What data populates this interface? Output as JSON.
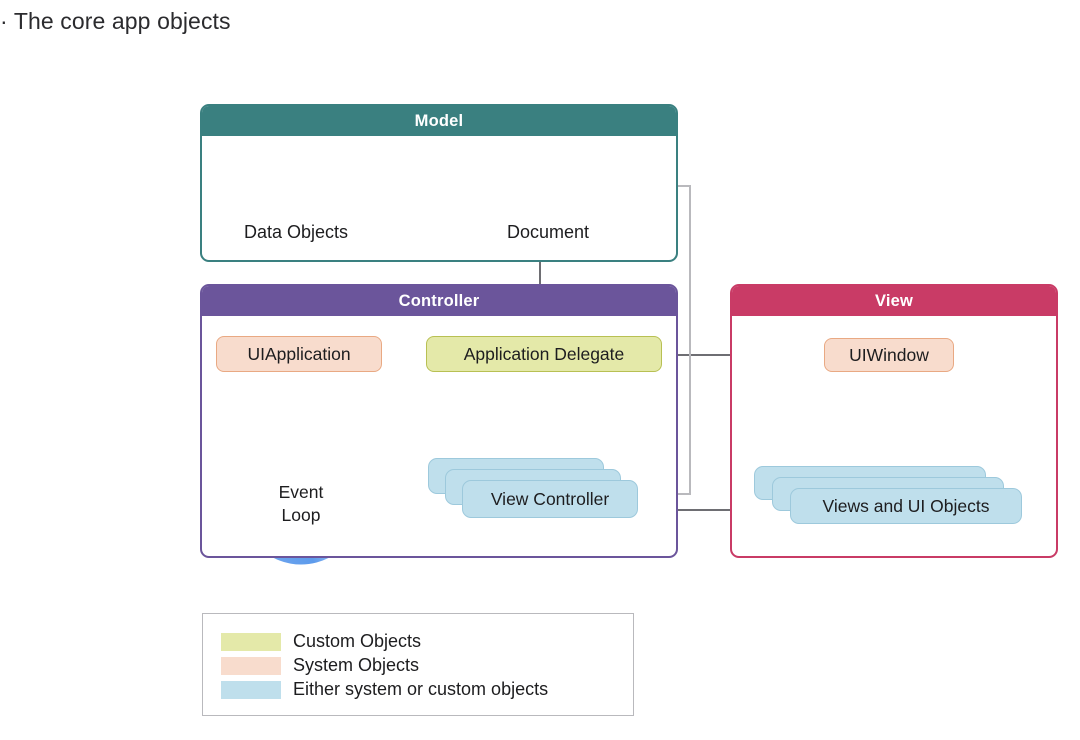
{
  "page": {
    "title": "The core app objects",
    "title_prefix": "·"
  },
  "groups": {
    "model": {
      "title": "Model",
      "color": "#3a8080"
    },
    "controller": {
      "title": "Controller",
      "color": "#6b559b"
    },
    "view": {
      "title": "View",
      "color": "#c93b66"
    }
  },
  "nodes": {
    "data_objects": {
      "label": "Data Objects",
      "icon": "discs-icon",
      "kind": "either"
    },
    "document": {
      "label": "Document",
      "icon": "document-icon",
      "kind": "either"
    },
    "uiapplication": {
      "label": "UIApplication",
      "kind": "system"
    },
    "app_delegate": {
      "label": "Application Delegate",
      "kind": "custom"
    },
    "event_loop": {
      "label_line1": "Event",
      "label_line2": "Loop",
      "icon": "circular-arrow-icon"
    },
    "view_controller": {
      "label": "View Controller",
      "kind": "either"
    },
    "uiwindow": {
      "label": "UIWindow",
      "kind": "system"
    },
    "views": {
      "label": "Views and UI Objects",
      "kind": "either"
    }
  },
  "legend": {
    "items": [
      {
        "label": "Custom Objects",
        "color": "#e4e9a9",
        "swatch": "custom"
      },
      {
        "label": "System Objects",
        "color": "#f8dccd",
        "swatch": "system"
      },
      {
        "label": "Either system or custom objects",
        "color": "#bfdfec",
        "swatch": "either"
      }
    ]
  },
  "palette": {
    "custom_fill": "#e4e9a9",
    "custom_stroke": "#b8c053",
    "system_fill": "#f8dccd",
    "system_stroke": "#e9a983",
    "either_fill": "#bfdfec",
    "either_stroke": "#9dc9dc",
    "arrow_dark": "#6e6e73",
    "arrow_light": "#b9b9bd",
    "loop_blue": "#4a90e8"
  }
}
